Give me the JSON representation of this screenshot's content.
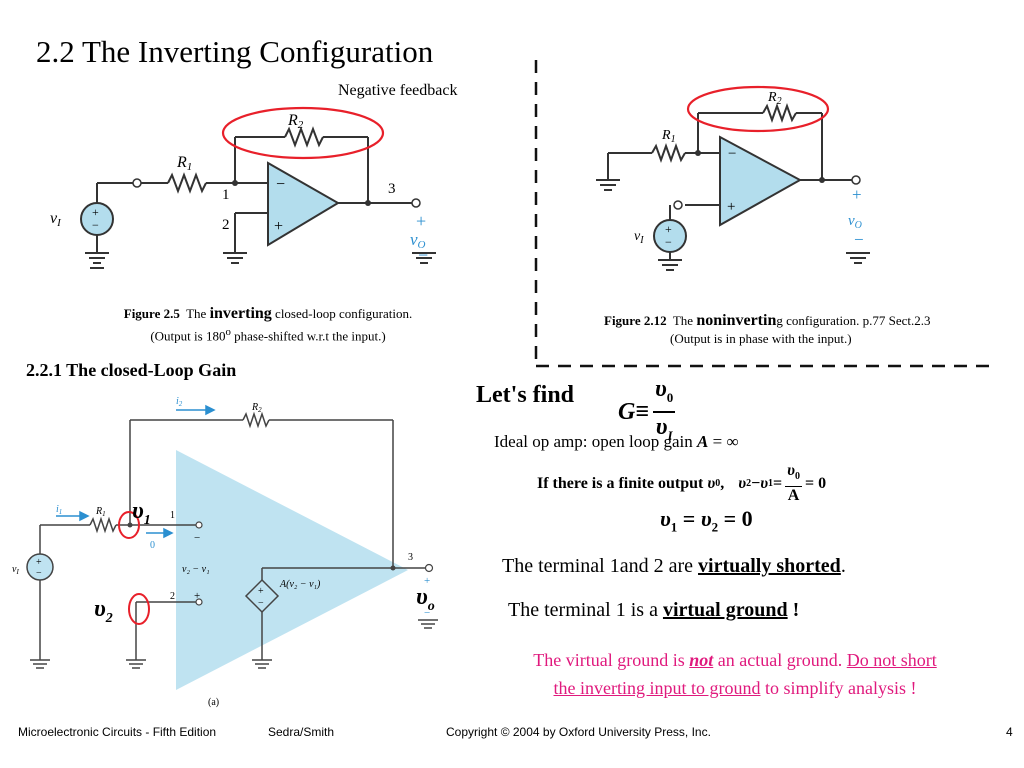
{
  "title": "2.2 The Inverting Configuration",
  "negative_feedback": "Negative feedback",
  "fig25": {
    "num": "Figure 2.5",
    "pre": "The",
    "emph": "inverting",
    "post": "closed-loop configuration.",
    "line2_a": "(Output is 180",
    "line2_sup": "o",
    "line2_b": " phase-shifted w.r.t the input.)",
    "labels": {
      "r2": "R",
      "r2_sub": "2",
      "r1": "R",
      "r1_sub": "1",
      "node1": "1",
      "node2": "2",
      "node3": "3",
      "vi": "v",
      "vi_sub": "I",
      "vo": "v",
      "vo_sub": "O",
      "plus": "+",
      "minus": "−"
    }
  },
  "fig212": {
    "num": "Figure 2.12",
    "pre": "The",
    "emph": "noninvertin",
    "post": "g configuration. p.77 Sect.2.3",
    "line2": "(Output is in phase with the input.)",
    "labels": {
      "r2": "R",
      "r2_sub": "2",
      "r1": "R",
      "r1_sub": "1",
      "vi": "v",
      "vi_sub": "I",
      "vo": "v",
      "vo_sub": "O",
      "plus": "+",
      "minus": "−"
    }
  },
  "subheading": "2.2.1 The closed-Loop Gain",
  "model": {
    "i2": "i",
    "i2_sub": "2",
    "r2": "R",
    "r2_sub": "2",
    "i1": "i",
    "i1_sub": "1",
    "r1": "R",
    "r1_sub": "1",
    "node1": "1",
    "node2": "2",
    "node3": "3",
    "zero": "0",
    "diff": "v₂ − v₁",
    "dep": "A(v₂ − v₁)",
    "vi": "v",
    "vi_sub": "I",
    "caption": "(a)",
    "plus": "+",
    "minus": "−"
  },
  "ann": {
    "v": "υ",
    "v1_sub": "1",
    "v2_sub": "2",
    "vo_sub": "o"
  },
  "lets_find": {
    "text": "Let's find",
    "g": "G",
    "equiv": " ≡ ",
    "num": "υ",
    "num_sub": "0",
    "den": "υ",
    "den_sub": "I"
  },
  "ideal": {
    "pre": "Ideal op amp: open loop gain ",
    "a": "A",
    "post": " = ∞"
  },
  "finite": {
    "pre": "If there is a finite output ",
    "v0": "υ",
    "v0_sub": "0",
    "comma": " ,",
    "v2": "υ",
    "v2_sub": "2",
    "minus": " − ",
    "v1": "υ",
    "v1_sub": "1",
    "eq": " = ",
    "frac_num": "υ",
    "frac_num_sub": "0",
    "frac_den": "A",
    "tail": " = 0"
  },
  "equal": {
    "v1": "υ",
    "v1_sub": "1",
    "eq1": " = ",
    "v2": "υ",
    "v2_sub": "2",
    "eq2": " = 0"
  },
  "shorted": {
    "pre": "The terminal 1and 2 are ",
    "u": "virtually shorted",
    "post": "."
  },
  "vground": {
    "pre": "The terminal 1 is a ",
    "u": "virtual ground",
    "post": " !"
  },
  "note": {
    "a": "The virtual ground is ",
    "not": "not",
    "b": " an actual ground.  ",
    "u1": "Do not short",
    "u2": "the inverting input to ground",
    "c": " to simplify analysis !"
  },
  "footer": {
    "left": "Microelectronic Circuits - Fifth Edition",
    "authors": "Sedra/Smith",
    "copyright": "Copyright © 2004 by Oxford University Press, Inc.",
    "page": "4"
  },
  "colors": {
    "opamp_fill": "#b3dded",
    "opamp_big": "#bfe3f1",
    "circle": "#e8202a",
    "pink": "#e0197d",
    "blue": "#2b8fd0"
  }
}
